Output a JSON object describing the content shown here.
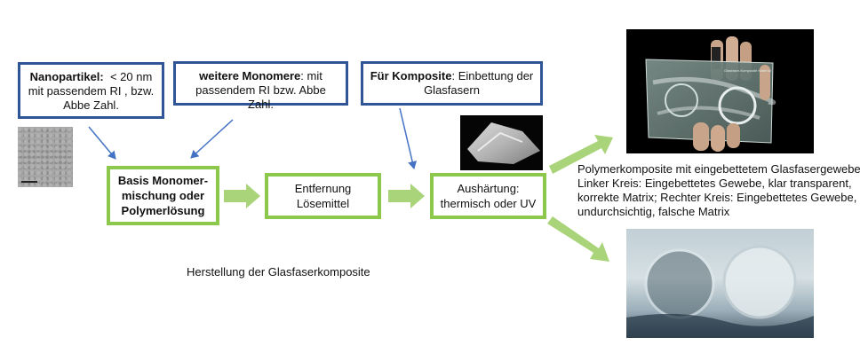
{
  "nodes": {
    "nanoparticles": {
      "title": "Nanopartikel:",
      "rest_line1": "  < 20 nm",
      "line2": "mit passendem RI , bzw.",
      "line3": "Abbe Zahl."
    },
    "monomers": {
      "title": "weitere Monomere",
      "rest_line1": ": mit",
      "line2": "passendem RI bzw. Abbe Zahl."
    },
    "composites": {
      "title": "Für Komposite",
      "rest_line1": ": Einbettung der",
      "line2": "Glasfasern"
    },
    "basis": {
      "line1": "Basis Monomer-",
      "line2": "mischung oder",
      "line3": "Polymerlösung"
    },
    "solvent": {
      "line1": "Entfernung",
      "line2": "Lösemittel"
    },
    "curing": {
      "line1": "Aushärtung:",
      "line2": "thermisch oder UV"
    }
  },
  "caption": {
    "line1": "Polymerkomposite mit eingebettetem Glasfasergewebe",
    "line2": "Linker Kreis: Eingebettetes Gewebe, klar transparent,",
    "line3": "korrekte Matrix; Rechter Kreis: Eingebettetes Gewebe,",
    "line4": "undurchsichtig, falsche Matrix"
  },
  "title": "Herstellung der Glasfaserkomposite",
  "photos": {
    "glass_plate_label": "Glasfaser-Komposite Material"
  },
  "colors": {
    "blue_border": "#2f5597",
    "green_border": "#8cc84b",
    "green_arrow": "#a9d47a",
    "blue_arrow": "#4472c4"
  }
}
